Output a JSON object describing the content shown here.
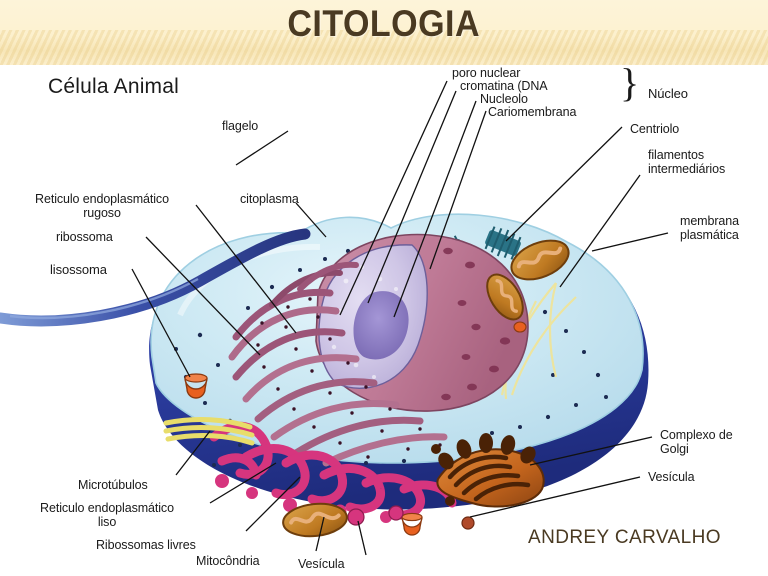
{
  "slide": {
    "title": "CITOLOGIA",
    "author": "ANDREY CARVALHO",
    "figure_heading": "Célula Animal",
    "colors": {
      "header_band": "#fcf0cd",
      "title_text": "#4a3a22",
      "membrane_dark_blue": "#2e3f9e",
      "cytoplasm_light_blue": "#c9e6f2",
      "nucleus_envelope": "#c980a0",
      "nucleolus": "#8a7cc0",
      "er_rough": "#a6547a",
      "er_smooth": "#d93d82",
      "golgi_orange": "#c9651e",
      "mitochondria_orange": "#c8761f",
      "lysosome_orange": "#e8601f",
      "centriole_teal": "#2b7a8c",
      "microtubule_yellow": "#ece06a",
      "flagellum_blue": "#3a4fa0",
      "label_text": "#1a1a1a"
    }
  },
  "labels": {
    "nucleus_group": "Núcleo",
    "poro_nuclear": "poro nuclear",
    "cromatina": "cromatina (DNA",
    "nucleolo": "Nucleolo",
    "cariomembrana": "Cariomembrana",
    "centriolo": "Centriolo",
    "filamentos": "filamentos\nintermediários",
    "membrana_plasmatica": "membrana\nplasmática",
    "complexo_golgi": "Complexo de\nGolgi",
    "vesicula_right": "Vesícula",
    "flagelo": "flagelo",
    "citoplasma": "citoplasma",
    "reticulo_rugoso": "Reticulo endoplasmático\nrugoso",
    "ribossoma": "ribossoma",
    "lisossoma": "lisossoma",
    "microtubulos": "Microtúbulos",
    "reticulo_liso": "Reticulo endoplasmático\nliso",
    "ribossomas_livres": "Ribossomas livres",
    "mitocondria": "Mitocôndria",
    "vesicula_bottom": "Vesícula"
  }
}
